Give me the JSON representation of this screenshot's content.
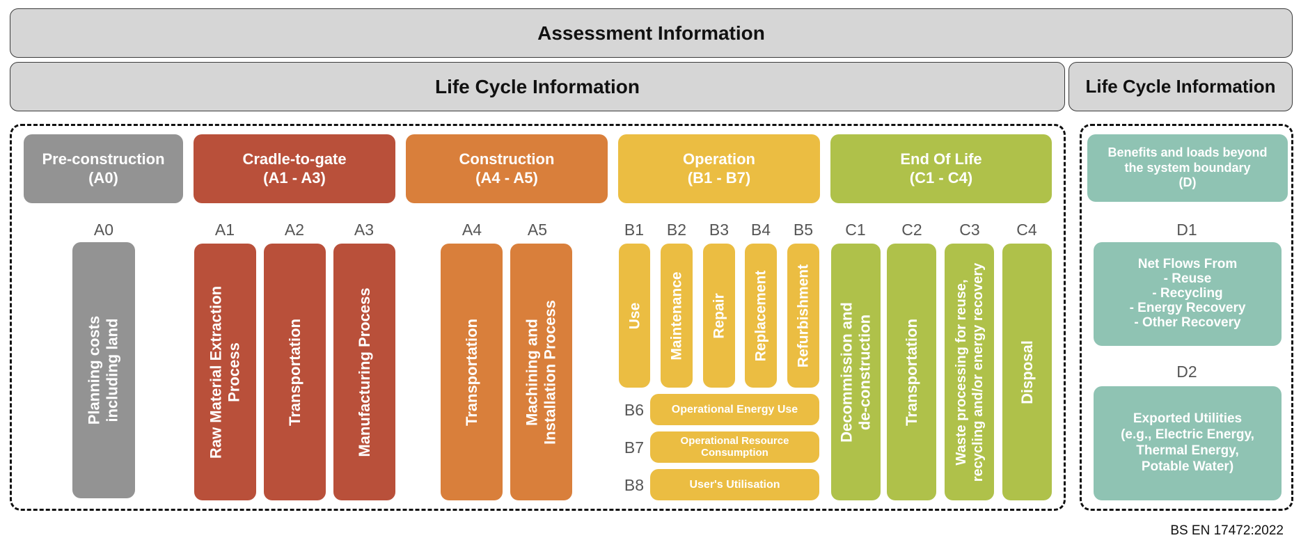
{
  "headers": {
    "assessment": "Assessment Information",
    "life_cycle_main": "Life Cycle Information",
    "life_cycle_side": "Life Cycle Information"
  },
  "stages": {
    "pre_construction": "Pre-construction\n(A0)",
    "cradle_to_gate": "Cradle-to-gate\n(A1 - A3)",
    "construction": "Construction\n(A4 - A5)",
    "operation": "Operation\n(B1 - B7)",
    "end_of_life": "End Of Life\n(C1 - C4)",
    "beyond": "Benefits and loads beyond\nthe system boundary\n(D)"
  },
  "modules": {
    "a0": {
      "code": "A0",
      "label": "Planning costs\nincluding land"
    },
    "a1": {
      "code": "A1",
      "label": "Raw Material Extraction\nProcess"
    },
    "a2": {
      "code": "A2",
      "label": "Transportation"
    },
    "a3": {
      "code": "A3",
      "label": "Manufacturing Process"
    },
    "a4": {
      "code": "A4",
      "label": "Transportation"
    },
    "a5": {
      "code": "A5",
      "label": "Machining and\nInstallation Process"
    },
    "b1": {
      "code": "B1",
      "label": "Use"
    },
    "b2": {
      "code": "B2",
      "label": "Maintenance"
    },
    "b3": {
      "code": "B3",
      "label": "Repair"
    },
    "b4": {
      "code": "B4",
      "label": "Replacement"
    },
    "b5": {
      "code": "B5",
      "label": "Refurbishment"
    },
    "b6": {
      "code": "B6",
      "label": "Operational Energy Use"
    },
    "b7": {
      "code": "B7",
      "label": "Operational Resource\nConsumption"
    },
    "b8": {
      "code": "B8",
      "label": "User's Utilisation"
    },
    "c1": {
      "code": "C1",
      "label": "Decommission and\nde-construction"
    },
    "c2": {
      "code": "C2",
      "label": "Transportation"
    },
    "c3": {
      "code": "C3",
      "label": "Waste processing for reuse,\nrecycling and/or energy recovery"
    },
    "c4": {
      "code": "C4",
      "label": "Disposal"
    },
    "d1": {
      "code": "D1",
      "label": "Net Flows From\n- Reuse\n- Recycling\n- Energy Recovery\n- Other Recovery"
    },
    "d2": {
      "code": "D2",
      "label": "Exported Utilities\n(e.g., Electric Energy,\nThermal Energy,\nPotable Water)"
    }
  },
  "reference": "BS EN 17472:2022",
  "colors": {
    "header_bg": "#d6d6d6",
    "pre_construction": "#939393",
    "cradle_to_gate": "#b9503a",
    "construction": "#d97f3b",
    "operation": "#ebbd42",
    "end_of_life": "#afc14a",
    "beyond": "#8fc3b3"
  }
}
